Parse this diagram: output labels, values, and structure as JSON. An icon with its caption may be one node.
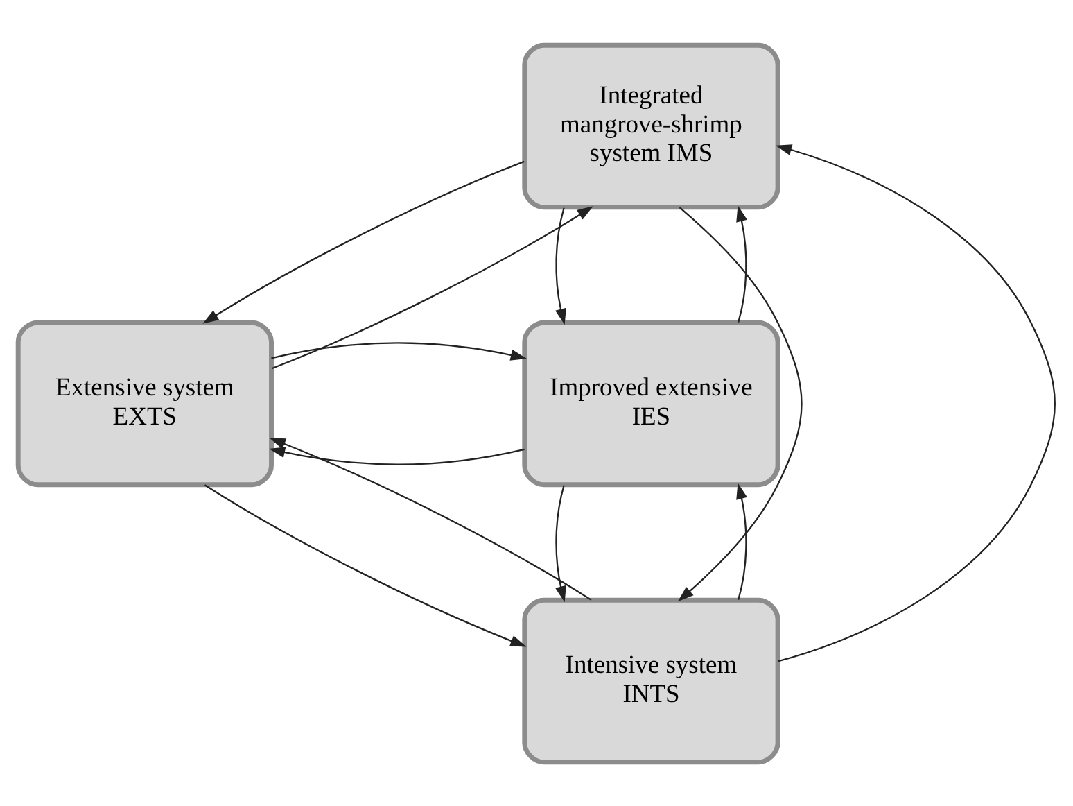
{
  "diagram": {
    "nodes": [
      {
        "text": [
          "Integrated mangrove-shrimp system IMS"
        ]
      },
      {
        "text": [
          "Extensive system EXTS"
        ]
      },
      {
        "text": [
          "Improved extensive IES"
        ]
      },
      {
        "text": [
          "Intensive system INTS"
        ]
      }
    ],
    "edges": [
      {
        "from": 0,
        "to": 1,
        "arrow": "to"
      },
      {
        "from": 1,
        "to": 0,
        "arrow": "to"
      },
      {
        "from": 0,
        "to": 2,
        "arrow": "to"
      },
      {
        "from": 2,
        "to": 0,
        "arrow": "to"
      },
      {
        "from": 2,
        "to": 1,
        "arrow": "to"
      },
      {
        "from": 1,
        "to": 2,
        "arrow": "to"
      },
      {
        "from": 0,
        "to": 3,
        "arrow": "to"
      },
      {
        "from": 3,
        "to": 0,
        "arrow": "to"
      },
      {
        "from": 1,
        "to": 3,
        "arrow": "to"
      },
      {
        "from": 3,
        "to": 1,
        "arrow": "to"
      },
      {
        "from": 2,
        "to": 3,
        "arrow": "to"
      },
      {
        "from": 3,
        "to": 2,
        "arrow": "to"
      }
    ]
  }
}
